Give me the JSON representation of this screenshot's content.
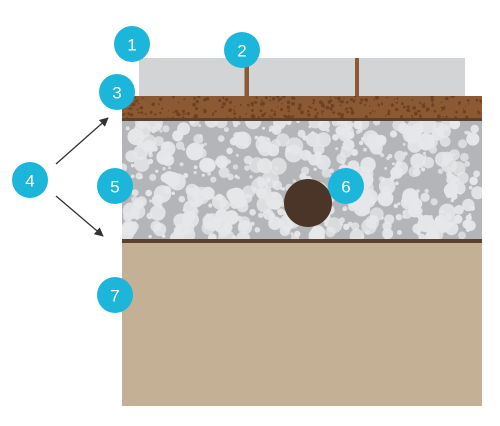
{
  "colors": {
    "paver": "#d3d4d6",
    "paver_joint": "#8a5a34",
    "bedding": "#8c5a32",
    "bedding_speck": "#6e4123",
    "gravel": "#b4b5b8",
    "gravel_stone": "#e6e7e9",
    "geotextile": "#5c4130",
    "drain_pipe": "#4b3428",
    "subgrade": "#c4b094",
    "marker": "#1bb6d9",
    "arrow": "#333333"
  },
  "markers": [
    {
      "id": "1",
      "label": "1",
      "points_to": "paving-stones"
    },
    {
      "id": "2",
      "label": "2",
      "points_to": "paver-joints"
    },
    {
      "id": "3",
      "label": "3",
      "points_to": "bedding-layer"
    },
    {
      "id": "4",
      "label": "4",
      "points_to": "geotextile-layers"
    },
    {
      "id": "5",
      "label": "5",
      "points_to": "gravel-base-layer"
    },
    {
      "id": "6",
      "label": "6",
      "points_to": "drain-pipe"
    },
    {
      "id": "7",
      "label": "7",
      "points_to": "subgrade-soil"
    }
  ]
}
